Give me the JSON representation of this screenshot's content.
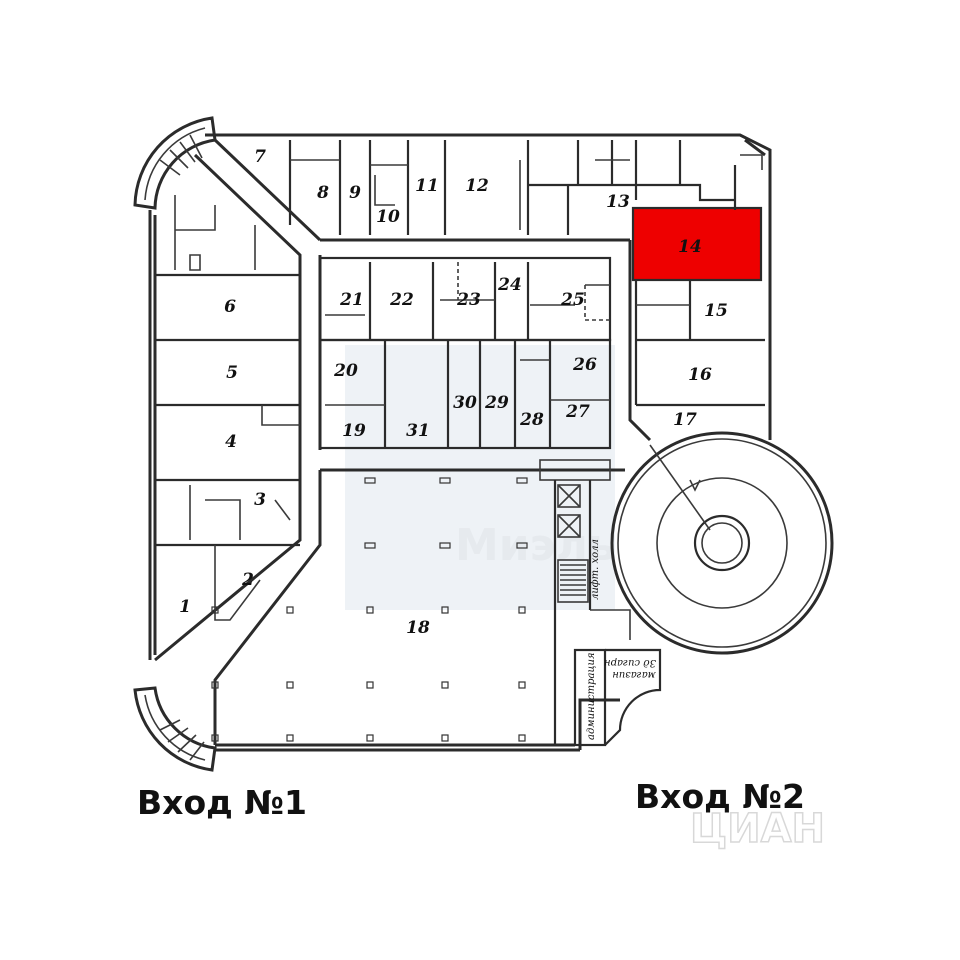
{
  "plan": {
    "rooms": [
      {
        "id": "1",
        "label": "1"
      },
      {
        "id": "2",
        "label": "2"
      },
      {
        "id": "3",
        "label": "3"
      },
      {
        "id": "4",
        "label": "4"
      },
      {
        "id": "5",
        "label": "5"
      },
      {
        "id": "6",
        "label": "6"
      },
      {
        "id": "7",
        "label": "7"
      },
      {
        "id": "8",
        "label": "8"
      },
      {
        "id": "9",
        "label": "9"
      },
      {
        "id": "10",
        "label": "10"
      },
      {
        "id": "11",
        "label": "11"
      },
      {
        "id": "12",
        "label": "12"
      },
      {
        "id": "13",
        "label": "13"
      },
      {
        "id": "14",
        "label": "14",
        "highlighted": true
      },
      {
        "id": "15",
        "label": "15"
      },
      {
        "id": "16",
        "label": "16"
      },
      {
        "id": "17",
        "label": "17"
      },
      {
        "id": "18",
        "label": "18"
      },
      {
        "id": "19",
        "label": "19"
      },
      {
        "id": "20",
        "label": "20"
      },
      {
        "id": "21",
        "label": "21"
      },
      {
        "id": "22",
        "label": "22"
      },
      {
        "id": "23",
        "label": "23"
      },
      {
        "id": "24",
        "label": "24"
      },
      {
        "id": "25",
        "label": "25"
      },
      {
        "id": "26",
        "label": "26"
      },
      {
        "id": "27",
        "label": "27"
      },
      {
        "id": "28",
        "label": "28"
      },
      {
        "id": "29",
        "label": "29"
      },
      {
        "id": "30",
        "label": "30"
      },
      {
        "id": "31",
        "label": "31"
      }
    ],
    "highlight_color": "#ee0000",
    "labels": {
      "lift": "лифт. холл",
      "admin": "администрация",
      "kiosk": "3д сигарн",
      "kiosk2": "магазин"
    },
    "watermark": "Миэль"
  },
  "entrances": {
    "entrance1": "Вход №1",
    "entrance2": "Вход №2"
  },
  "site_watermark": "ЦИАН"
}
